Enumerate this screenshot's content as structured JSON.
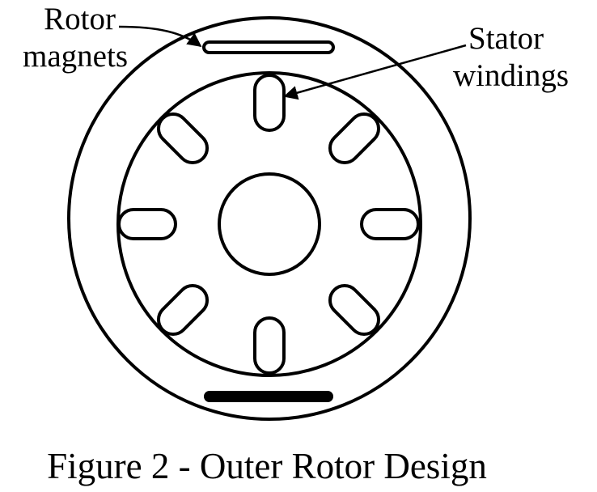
{
  "labels": {
    "rotor_line1": "Rotor",
    "rotor_line2": "magnets",
    "stator_line1": "Stator",
    "stator_line2": "windings"
  },
  "caption": "Figure 2 - Outer Rotor Design",
  "colors": {
    "ink": "#000000",
    "background": "#ffffff"
  }
}
